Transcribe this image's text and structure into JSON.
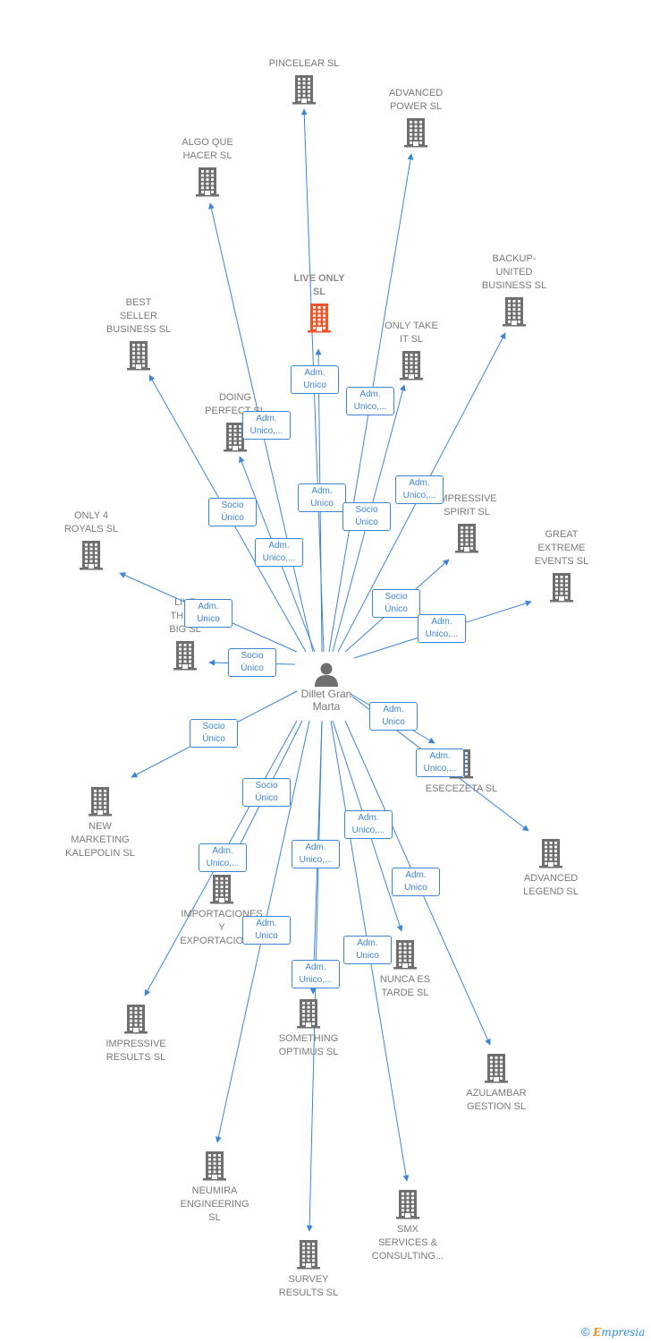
{
  "center": {
    "name": "Dillet Gran\nMarta"
  },
  "companies": [
    {
      "id": "pincelear",
      "label": "PINCELEAR  SL",
      "highlight": false
    },
    {
      "id": "advanced-power",
      "label": "ADVANCED\nPOWER  SL",
      "highlight": false
    },
    {
      "id": "algo-que-hacer",
      "label": "ALGO QUE\nHACER  SL",
      "highlight": false
    },
    {
      "id": "backup-united",
      "label": "BACKUP-\nUNITED\nBUSINESS  SL",
      "highlight": false
    },
    {
      "id": "live-only",
      "label": "LIVE ONLY\nSL",
      "highlight": true
    },
    {
      "id": "only-take-it",
      "label": "ONLY TAKE\nIT  SL",
      "highlight": false
    },
    {
      "id": "best-seller",
      "label": "BEST\nSELLER\nBUSINESS  SL",
      "highlight": false
    },
    {
      "id": "doing-perfect",
      "label": "DOING\nPERFECT  SL",
      "highlight": false
    },
    {
      "id": "impressive-spirit",
      "label": "IMPRESSIVE\nSPIRIT  SL",
      "highlight": false
    },
    {
      "id": "only-4-royals",
      "label": "ONLY 4\nROYALS  SL",
      "highlight": false
    },
    {
      "id": "great-extreme",
      "label": "GREAT\nEXTREME\nEVENTS  SL",
      "highlight": false
    },
    {
      "id": "live-think-big",
      "label": "LIVE\nTHINK\nBIG  SL",
      "highlight": false
    },
    {
      "id": "new-marketing",
      "label": "NEW\nMARKETING\nKALEPOLIN  SL",
      "highlight": false
    },
    {
      "id": "esecezeta",
      "label": "ESECEZETA  SL",
      "highlight": false
    },
    {
      "id": "advanced-legend",
      "label": "ADVANCED\nLEGEND  SL",
      "highlight": false
    },
    {
      "id": "importaciones",
      "label": "IMPORTACIONES\nY\nEXPORTACIONES",
      "highlight": false
    },
    {
      "id": "nunca-es-tarde",
      "label": "NUNCA ES\nTARDE  SL",
      "highlight": false
    },
    {
      "id": "impressive-results",
      "label": "IMPRESSIVE\nRESULTS  SL",
      "highlight": false
    },
    {
      "id": "something-optimus",
      "label": "SOMETHING\nOPTIMUS  SL",
      "highlight": false
    },
    {
      "id": "azulambar",
      "label": "AZULAMBAR\nGESTION  SL",
      "highlight": false
    },
    {
      "id": "neumira",
      "label": "NEUMIRA\nENGINEERING\nSL",
      "highlight": false
    },
    {
      "id": "smx",
      "label": "SMX\nSERVICES &\nCONSULTING...",
      "highlight": false
    },
    {
      "id": "survey-results",
      "label": "SURVEY\nRESULTS  SL",
      "highlight": false
    }
  ],
  "roles": [
    {
      "target": "live-only",
      "text": "Adm.\nUnico"
    },
    {
      "target": "only-take-it",
      "text": "Adm.\nUnico,..."
    },
    {
      "target": "doing-perfect",
      "text": "Adm.\nUnico,..."
    },
    {
      "target": "pincelear",
      "text": "Adm.\nUnico"
    },
    {
      "target": "best-seller",
      "text": "Socio\nÚnico"
    },
    {
      "target": "advanced-power",
      "text": "Socio\nÚnico"
    },
    {
      "target": "backup-united",
      "text": "Adm.\nUnico,..."
    },
    {
      "target": "algo-que-hacer",
      "text": "Adm.\nUnico,..."
    },
    {
      "target": "impressive-spirit",
      "text": "Socio\nÚnico"
    },
    {
      "target": "only-4-royals",
      "text": "Adm.\nUnico"
    },
    {
      "target": "great-extreme",
      "text": "Adm.\nUnico,..."
    },
    {
      "target": "live-think-big",
      "text": "Socio\nÚnico"
    },
    {
      "target": "new-marketing",
      "text": "Socio\nÚnico"
    },
    {
      "target": "esecezeta",
      "text": "Adm.\nUnico"
    },
    {
      "target": "advanced-legend",
      "text": "Adm.\nUnico,..."
    },
    {
      "target": "importaciones",
      "text": "Socio\nÚnico"
    },
    {
      "target": "nunca-es-tarde",
      "text": "Adm.\nUnico,..."
    },
    {
      "target": "impressive-results",
      "text": "Adm.\nUnico,..."
    },
    {
      "target": "something-optimus",
      "text": "Adm.\nUnico,..."
    },
    {
      "target": "azulambar",
      "text": "Adm.\nUnico"
    },
    {
      "target": "neumira",
      "text": "Adm.\nUnico"
    },
    {
      "target": "smx",
      "text": "Adm.\nUnico"
    },
    {
      "target": "survey-results",
      "text": "Adm.\nUnico,..."
    }
  ],
  "colors": {
    "edge": "#3d85d6",
    "building": "#6f6f6f",
    "building_highlight": "#f0562a",
    "person": "#6f6f6f"
  },
  "footer": {
    "copyright": "©",
    "brand_initial": "E",
    "brand_rest": "mpresia"
  }
}
